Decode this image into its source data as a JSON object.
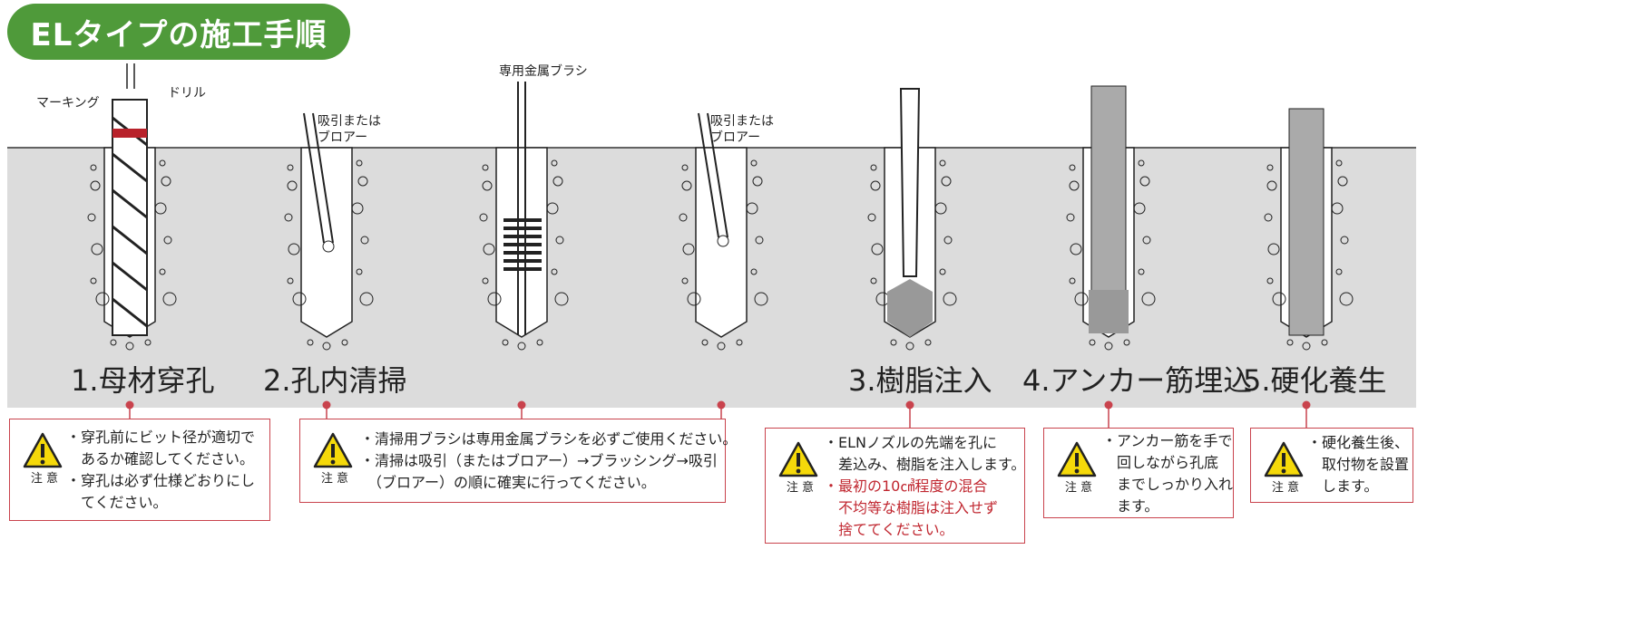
{
  "title": "ELタイプの施工手順",
  "labels": {
    "marking": "マーキング",
    "drill": "ドリル",
    "blower1": [
      "吸引または",
      "ブロアー"
    ],
    "brush": "専用金属ブラシ",
    "blower2": [
      "吸引または",
      "ブロアー"
    ]
  },
  "steps": [
    "1.母材穿孔",
    "2.孔内清掃",
    "3.樹脂注入",
    "4.アンカー筋埋込",
    "5.硬化養生"
  ],
  "caution_label": "注 意",
  "notes": [
    {
      "lines": [
        "・穿孔前にビット径が適切で",
        "　あるか確認してください。",
        "・穿孔は必ず仕様どおりにし",
        "　てください。"
      ]
    },
    {
      "lines": [
        "・清掃用ブラシは専用金属ブラシを必ずご使用ください。",
        "・清掃は吸引（またはブロアー）→ブラッシング→吸引",
        "　（ブロアー）の順に確実に行ってください。"
      ]
    },
    {
      "lines": [
        "・ELNノズルの先端を孔に",
        "　差込み、樹脂を注入します。"
      ],
      "red_lines": [
        "・最初の10㎤程度の混合",
        "　不均等な樹脂は注入せず",
        "　捨ててください。"
      ]
    },
    {
      "lines": [
        "・アンカー筋を手で",
        "　回しながら孔底",
        "　までしっかり入れ",
        "　ます。"
      ]
    },
    {
      "lines": [
        "・硬化養生後、",
        "　取付物を設置",
        "　します。"
      ]
    }
  ],
  "colors": {
    "green": "#4f9a3a",
    "band": "#dcdcdc",
    "accent": "#c9434d",
    "warning": "#f5d90a"
  }
}
